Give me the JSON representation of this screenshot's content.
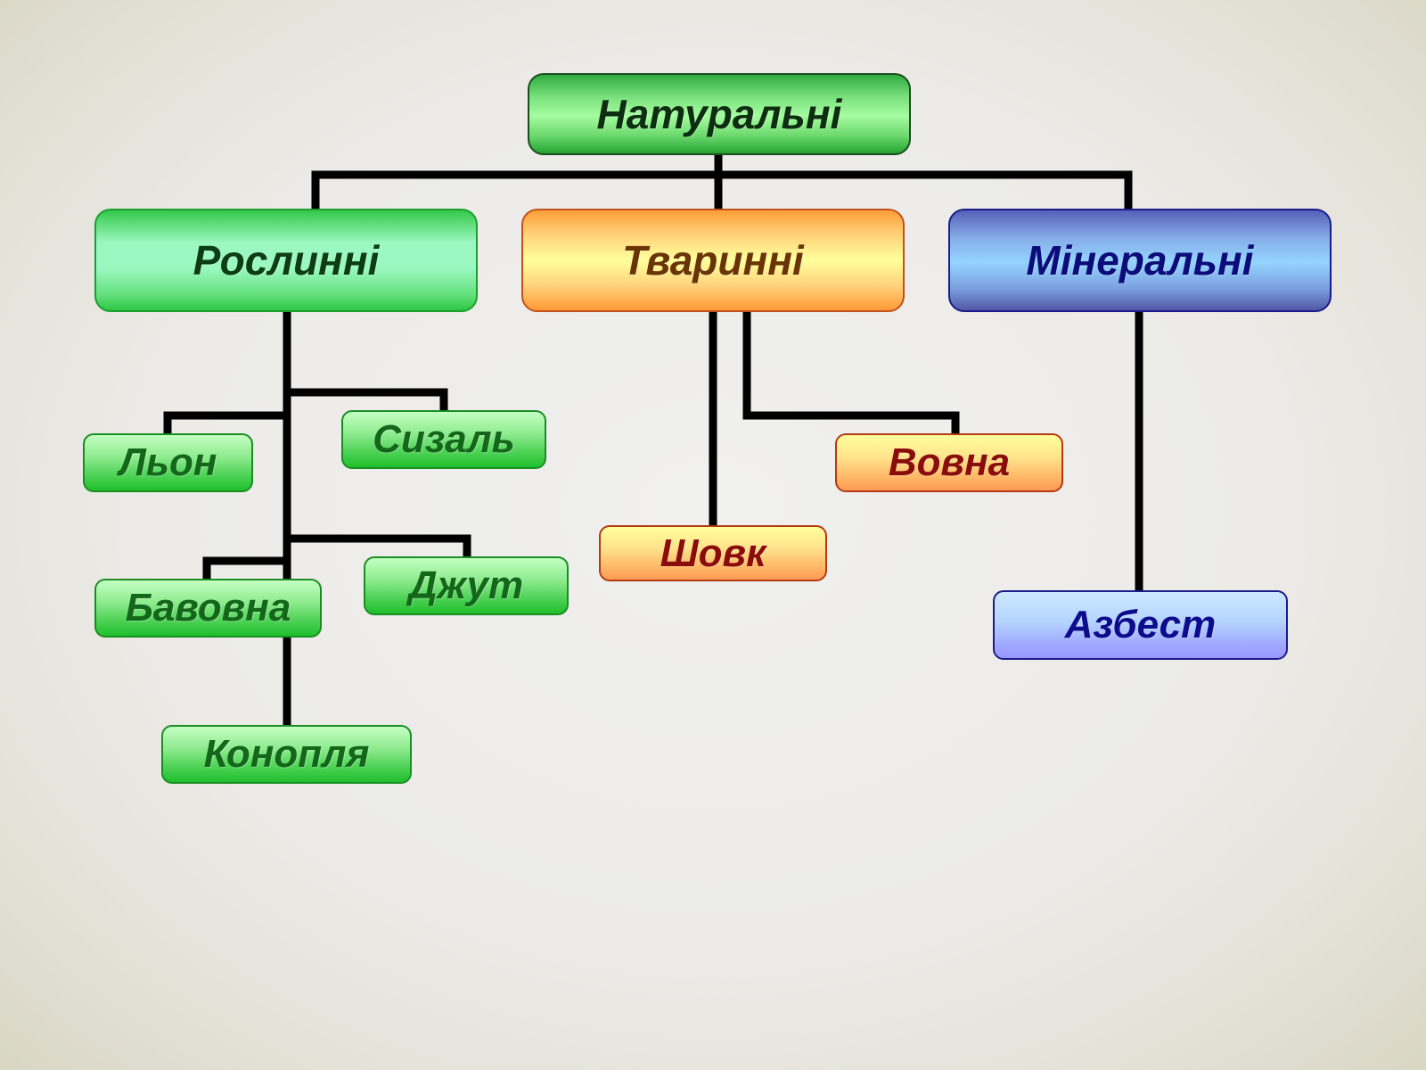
{
  "diagram": {
    "root": {
      "label": "Натуральні"
    },
    "categories": [
      {
        "label": "Рослинні"
      },
      {
        "label": "Тваринні"
      },
      {
        "label": "Мінеральні"
      }
    ],
    "plant_items": [
      {
        "label": "Льон"
      },
      {
        "label": "Сизаль"
      },
      {
        "label": "Бавовна"
      },
      {
        "label": "Джут"
      },
      {
        "label": "Конопля"
      }
    ],
    "animal_items": [
      {
        "label": "Шовк"
      },
      {
        "label": "Вовна"
      }
    ],
    "mineral_items": [
      {
        "label": "Азбест"
      }
    ],
    "colors": {
      "plant": "#1fbf2c",
      "animal": "#ff9e38",
      "mineral": "#94d4ff",
      "connector": "#000000"
    }
  }
}
